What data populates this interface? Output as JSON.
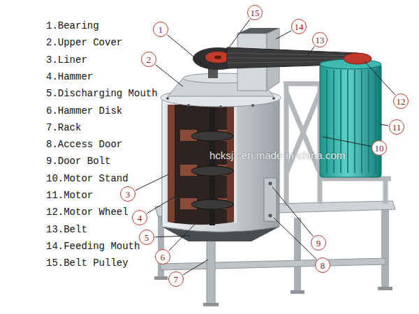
{
  "diagram": {
    "nodes": [
      {
        "text": [
          "1"
        ]
      },
      {
        "text": [
          "2"
        ]
      },
      {
        "text": [
          "3"
        ]
      },
      {
        "text": [
          "4"
        ]
      },
      {
        "text": [
          "5"
        ]
      },
      {
        "text": [
          "6"
        ]
      },
      {
        "text": [
          "7"
        ]
      },
      {
        "text": [
          "8"
        ]
      },
      {
        "text": [
          "9"
        ]
      },
      {
        "text": [
          "10"
        ]
      },
      {
        "text": [
          "11"
        ]
      },
      {
        "text": [
          "12"
        ]
      },
      {
        "text": [
          "13"
        ]
      },
      {
        "text": [
          "14"
        ]
      },
      {
        "text": [
          "15"
        ]
      }
    ],
    "labels": [
      "1.Bearing",
      "2.Upper Cover",
      "3.Liner",
      "4.Hammer",
      "5.Discharging Mouth",
      "6.Hammer Disk",
      "7.Rack",
      "8.Access Door",
      "9.Door Bolt",
      "10.Motor Stand",
      "11.Motor",
      "12.Motor Wheel",
      "13.Belt",
      "14.Feeding Mouth",
      "15.Belt Pulley",
      "hcksjx.en.made-in-china.com"
    ]
  }
}
